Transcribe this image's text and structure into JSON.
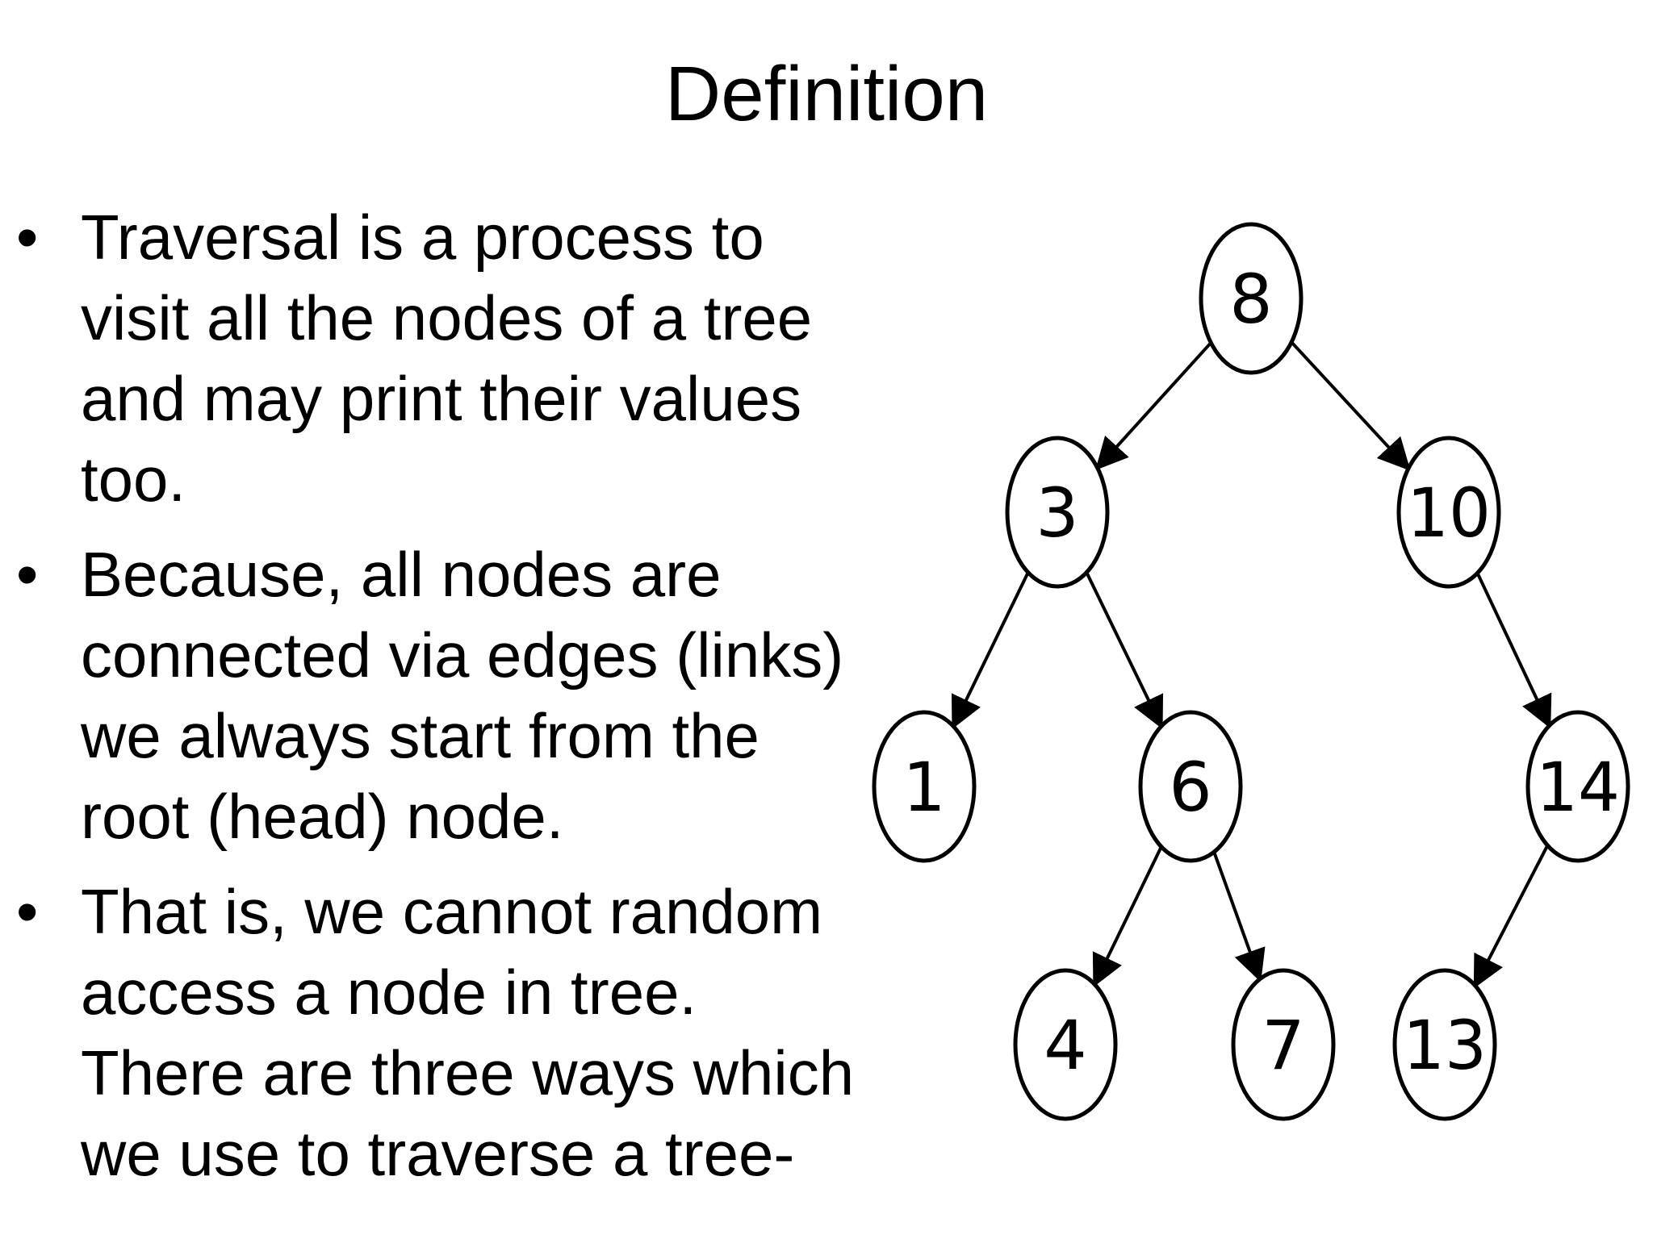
{
  "slide": {
    "title": "Definition",
    "bullet_symbol": "•",
    "bullets": [
      {
        "lines": [
          "Traversal is a process to",
          "visit all the nodes of a tree",
          "and may print their values",
          "too."
        ]
      },
      {
        "lines": [
          "Because, all nodes are",
          "connected via edges (links)",
          "we always start from the",
          "root (head) node."
        ]
      },
      {
        "lines": [
          "That is, we cannot random",
          "access a node in tree.",
          "There are three ways which",
          "we use to traverse a tree-"
        ]
      }
    ]
  },
  "tree": {
    "nodes": [
      {
        "id": "n8",
        "label": "8"
      },
      {
        "id": "n3",
        "label": "3"
      },
      {
        "id": "n10",
        "label": "10"
      },
      {
        "id": "n1",
        "label": "1"
      },
      {
        "id": "n6",
        "label": "6"
      },
      {
        "id": "n14",
        "label": "14"
      },
      {
        "id": "n4",
        "label": "4"
      },
      {
        "id": "n7",
        "label": "7"
      },
      {
        "id": "n13",
        "label": "13"
      }
    ],
    "edges": [
      {
        "from": "n8",
        "to": "n3"
      },
      {
        "from": "n8",
        "to": "n10"
      },
      {
        "from": "n3",
        "to": "n1"
      },
      {
        "from": "n3",
        "to": "n6"
      },
      {
        "from": "n10",
        "to": "n14"
      },
      {
        "from": "n6",
        "to": "n4"
      },
      {
        "from": "n6",
        "to": "n7"
      },
      {
        "from": "n14",
        "to": "n13"
      }
    ]
  }
}
